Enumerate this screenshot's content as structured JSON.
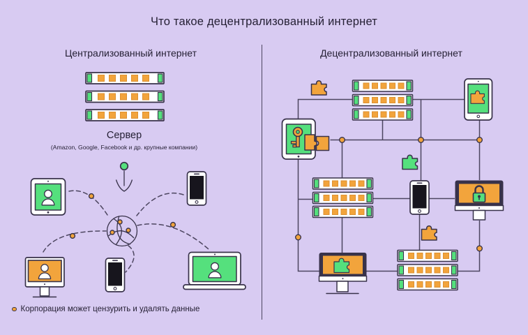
{
  "title": "Что такое децентрализованный интернет",
  "left_panel": {
    "heading": "Централизованный интернет",
    "server_label": "Сервер",
    "server_note": "(Amazon, Google, Facebook и др. крупные компании)",
    "caption": "Корпорация может цензурить и удалять данные",
    "hub": "network-globe",
    "devices": [
      "tablet-user",
      "smartphone",
      "desktop-user",
      "smartphone",
      "laptop-user"
    ]
  },
  "right_panel": {
    "heading": "Децентрализованный интернет",
    "nodes": [
      "server-rack",
      "tablet-key",
      "tablet-puzzle",
      "server-rack",
      "smartphone",
      "monitor-lock",
      "monitor-puzzle",
      "server-rack"
    ],
    "loose_parts": [
      "puzzle-orange",
      "puzzle-pair-orange",
      "puzzle-green",
      "puzzle-orange"
    ]
  },
  "icons": {
    "bullet": "round-dot",
    "server_leds": "orange-squares",
    "person": "user-silhouette",
    "key": "access-key",
    "lock": "padlock",
    "puzzle": "puzzle-piece",
    "globe": "network-globe",
    "arrow": "arrow-down",
    "junction": "node-dot"
  },
  "colors": {
    "background": "#d8cbf2",
    "text": "#241f33",
    "outline": "#38324a",
    "line": "#4d4660",
    "green": "#55e07d",
    "orange": "#f2a43c",
    "orange_border": "#dd9130",
    "screen_black": "#17151d",
    "white": "#ffffff"
  }
}
